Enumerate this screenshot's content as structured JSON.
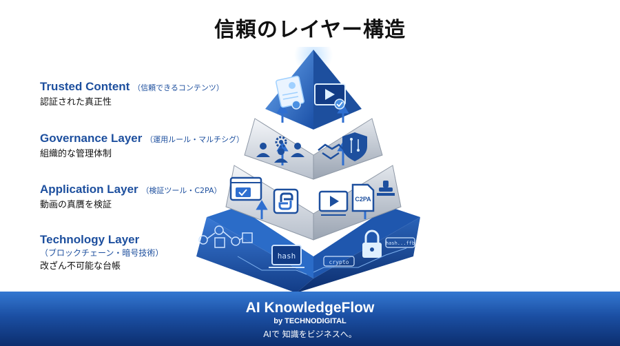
{
  "title": "信頼のレイヤー構造",
  "layers": [
    {
      "name": "Trusted Content",
      "sub": "（信頼できるコンテンツ）",
      "desc": "認証された真正性"
    },
    {
      "name": "Governance Layer",
      "sub": "（運用ルール・マルチシグ）",
      "desc": "組織的な管理体制"
    },
    {
      "name": "Application Layer",
      "sub": "（検証ツール・C2PA）",
      "desc": "動画の真贋を検証"
    },
    {
      "name": "Technology Layer",
      "sub": "（ブロックチェーン・暗号技術）",
      "desc": "改ざん不可能な台帳"
    }
  ],
  "pyramid_text": {
    "c2pa": "C2PA",
    "hash": "hash",
    "crypto": "crypto",
    "hash2": "hash...ffb"
  },
  "footer": {
    "brand": "AI KnowledgeFlow",
    "byline": "by TECHNODIGITAL",
    "tagline": "AIで 知識をビジネスへ。"
  },
  "colors": {
    "accent": "#1d4f9e",
    "footer_top": "#3478d1",
    "footer_bottom": "#0c2e6e"
  },
  "icons": [
    "certificate-icon",
    "video-check-icon",
    "people-gear-icon",
    "handshake-icon",
    "shield-circuit-icon",
    "browser-check-icon",
    "python-icon",
    "video-play-icon",
    "c2pa-file-icon",
    "stamp-icon",
    "blockchain-icon",
    "hash-laptop-icon",
    "lock-icon"
  ]
}
